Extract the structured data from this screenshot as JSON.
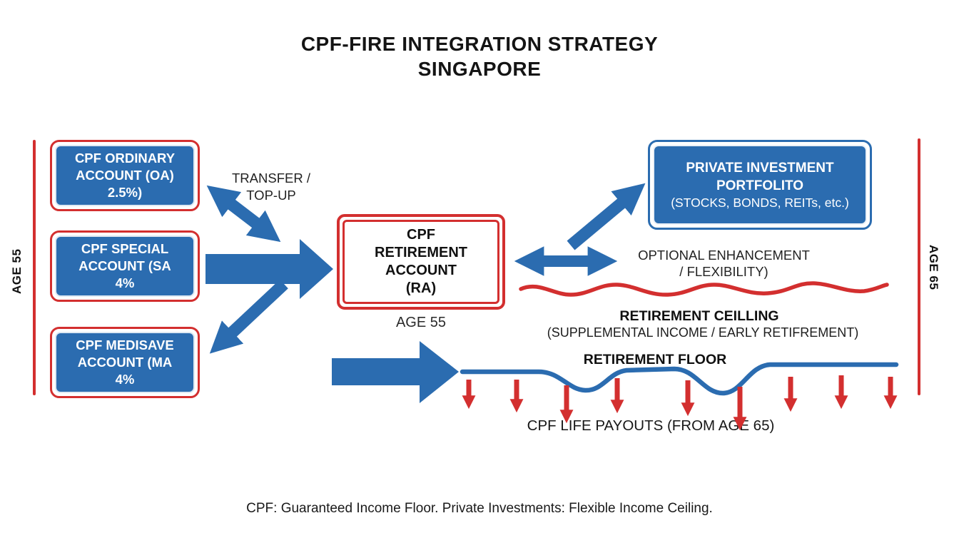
{
  "title": {
    "line1": "CPF-FIRE INTEGRATION STRATEGY",
    "line2": "SINGAPORE"
  },
  "colors": {
    "blue": "#2b6cb0",
    "red": "#d32f2f"
  },
  "left_rail_label": "AGE 55",
  "right_rail_label": "AGE 65",
  "source_boxes": [
    {
      "line1": "CPF ORDINARY",
      "line2": "ACCOUNT (OA)",
      "line3": "2.5%)"
    },
    {
      "line1": "CPF SPECIAL",
      "line2": "ACCOUNT (SA",
      "line3": "4%"
    },
    {
      "line1": "CPF MEDISAVE",
      "line2": "ACCOUNT (MA",
      "line3": "4%"
    }
  ],
  "transfer_label": {
    "line1": "TRANSFER /",
    "line2": "TOP-UP"
  },
  "ra_box": {
    "line1": "CPF",
    "line2": "RETIREMENT",
    "line3": "ACCOUNT",
    "line4": "(RA)",
    "age_label": "AGE 55"
  },
  "investment_box": {
    "line1": "PRIVATE INVESTMENT",
    "line2": "PORTFOLITO",
    "line3": "(STOCKS, BONDS, REITs, etc.)"
  },
  "optional_label": {
    "line1": "OPTIONAL ENHANCEMENT",
    "line2": "/ FLEXIBILITY)"
  },
  "ceiling": {
    "title": "RETIREMENT CEILLING",
    "subtitle": "(SUPPLEMENTAL INCOME / EARLY RETIFREMENT)"
  },
  "floor": {
    "title": "RETIREMENT FLOOR"
  },
  "payouts_label": "CPF LIFE PAYOUTS (FROM AGE 65)",
  "caption": "CPF: Guaranteed Income Floor. Private Investments: Flexible Income Ceiling."
}
